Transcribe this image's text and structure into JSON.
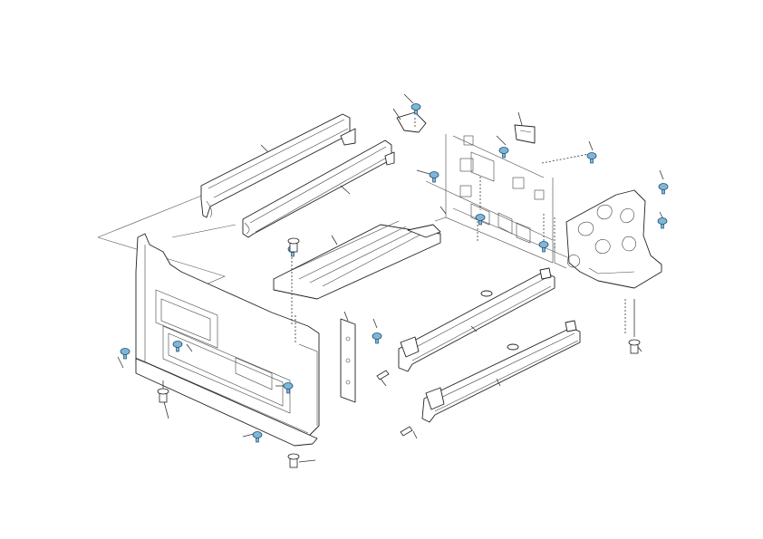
{
  "diagram": {
    "kind": "exploded-parts-view",
    "colors": {
      "line": "#222222",
      "screw_fill": "#7fb6d8",
      "screw_outline": "#1e4f73",
      "background": "#ffffff"
    },
    "screws_blue_count": 14,
    "screws_plain_count": 4,
    "pins_count": 2,
    "leader_lines_count": 28
  }
}
